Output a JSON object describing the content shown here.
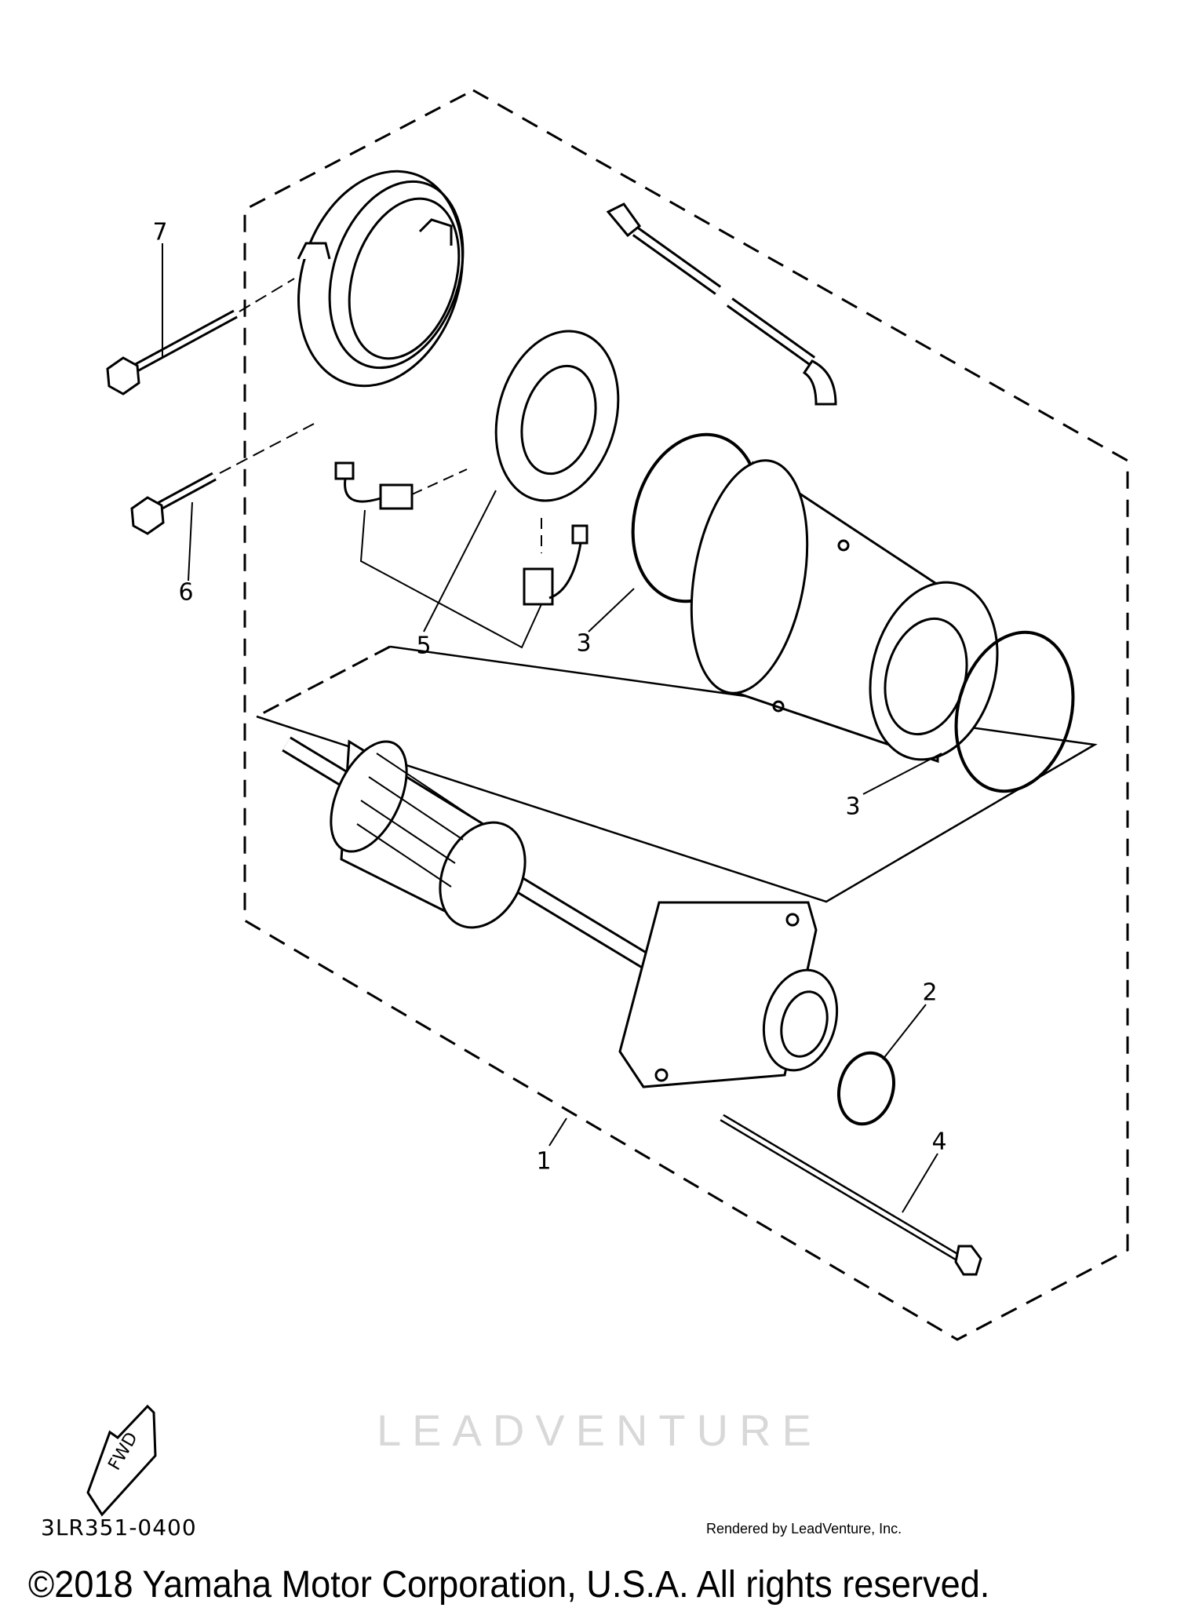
{
  "diagram": {
    "callouts": [
      "1",
      "2",
      "3",
      "3",
      "4",
      "5",
      "6",
      "7"
    ],
    "direction_arrow": "FWD",
    "drawing_code": "3LR351-0400",
    "watermark": "LEADVENTURE"
  },
  "footer": {
    "copyright": "©2018 Yamaha Motor Corporation, U.S.A. All rights reserved.",
    "rendered_by": "Rendered by LeadVenture, Inc."
  }
}
